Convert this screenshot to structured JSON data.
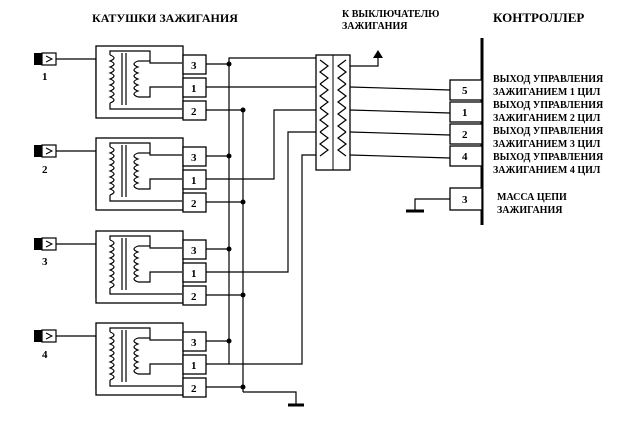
{
  "titles": {
    "coils": "КАТУШКИ ЗАЖИГАНИЯ",
    "ignition_switch_line1": "К ВЫКЛЮЧАТЕЛЮ",
    "ignition_switch_line2": "ЗАЖИГАНИЯ",
    "controller": "КОНТРОЛЛЕР"
  },
  "coils": [
    {
      "number": "1",
      "pins": [
        "3",
        "1",
        "2"
      ]
    },
    {
      "number": "2",
      "pins": [
        "3",
        "1",
        "2"
      ]
    },
    {
      "number": "3",
      "pins": [
        "3",
        "1",
        "2"
      ]
    },
    {
      "number": "4",
      "pins": [
        "3",
        "1",
        "2"
      ]
    }
  ],
  "controller_pins": [
    "5",
    "1",
    "2",
    "4"
  ],
  "controller_labels": [
    "ВЫХОД УПРАВЛЕНИЯ",
    "ЗАЖИГАНИЕМ 1 ЦИЛ",
    "ВЫХОД УПРАВЛЕНИЯ",
    "ЗАЖИГАНИЕМ 2 ЦИЛ",
    "ВЫХОД УПРАВЛЕНИЯ",
    "ЗАЖИГАНИЕМ 3 ЦИЛ",
    "ВЫХОД УПРАВЛЕНИЯ",
    "ЗАЖИГАНИЕМ 4 ЦИЛ"
  ],
  "ground_pin": "3",
  "ground_label_line1": "МАССА ЦЕПИ",
  "ground_label_line2": "ЗАЖИГАНИЯ"
}
